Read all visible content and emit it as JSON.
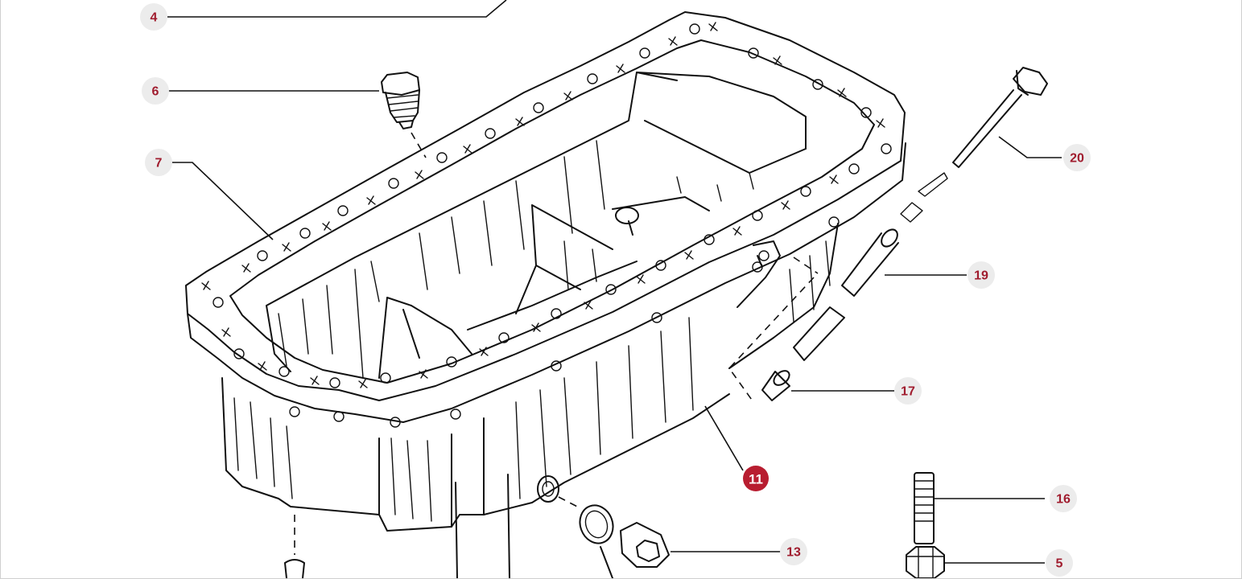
{
  "colors": {
    "line": "#111111",
    "callout_text": "#a01c2e",
    "callout_bg": "#ececec",
    "highlight_bg": "#b81d30",
    "highlight_text": "#ffffff"
  },
  "callouts": [
    {
      "id": "4",
      "label": "4",
      "highlighted": false
    },
    {
      "id": "6",
      "label": "6",
      "highlighted": false
    },
    {
      "id": "7",
      "label": "7",
      "highlighted": false
    },
    {
      "id": "20",
      "label": "20",
      "highlighted": false
    },
    {
      "id": "19",
      "label": "19",
      "highlighted": false
    },
    {
      "id": "17",
      "label": "17",
      "highlighted": false
    },
    {
      "id": "11",
      "label": "11",
      "highlighted": true
    },
    {
      "id": "16",
      "label": "16",
      "highlighted": false
    },
    {
      "id": "13",
      "label": "13",
      "highlighted": false
    },
    {
      "id": "5",
      "label": "5",
      "highlighted": false
    }
  ]
}
